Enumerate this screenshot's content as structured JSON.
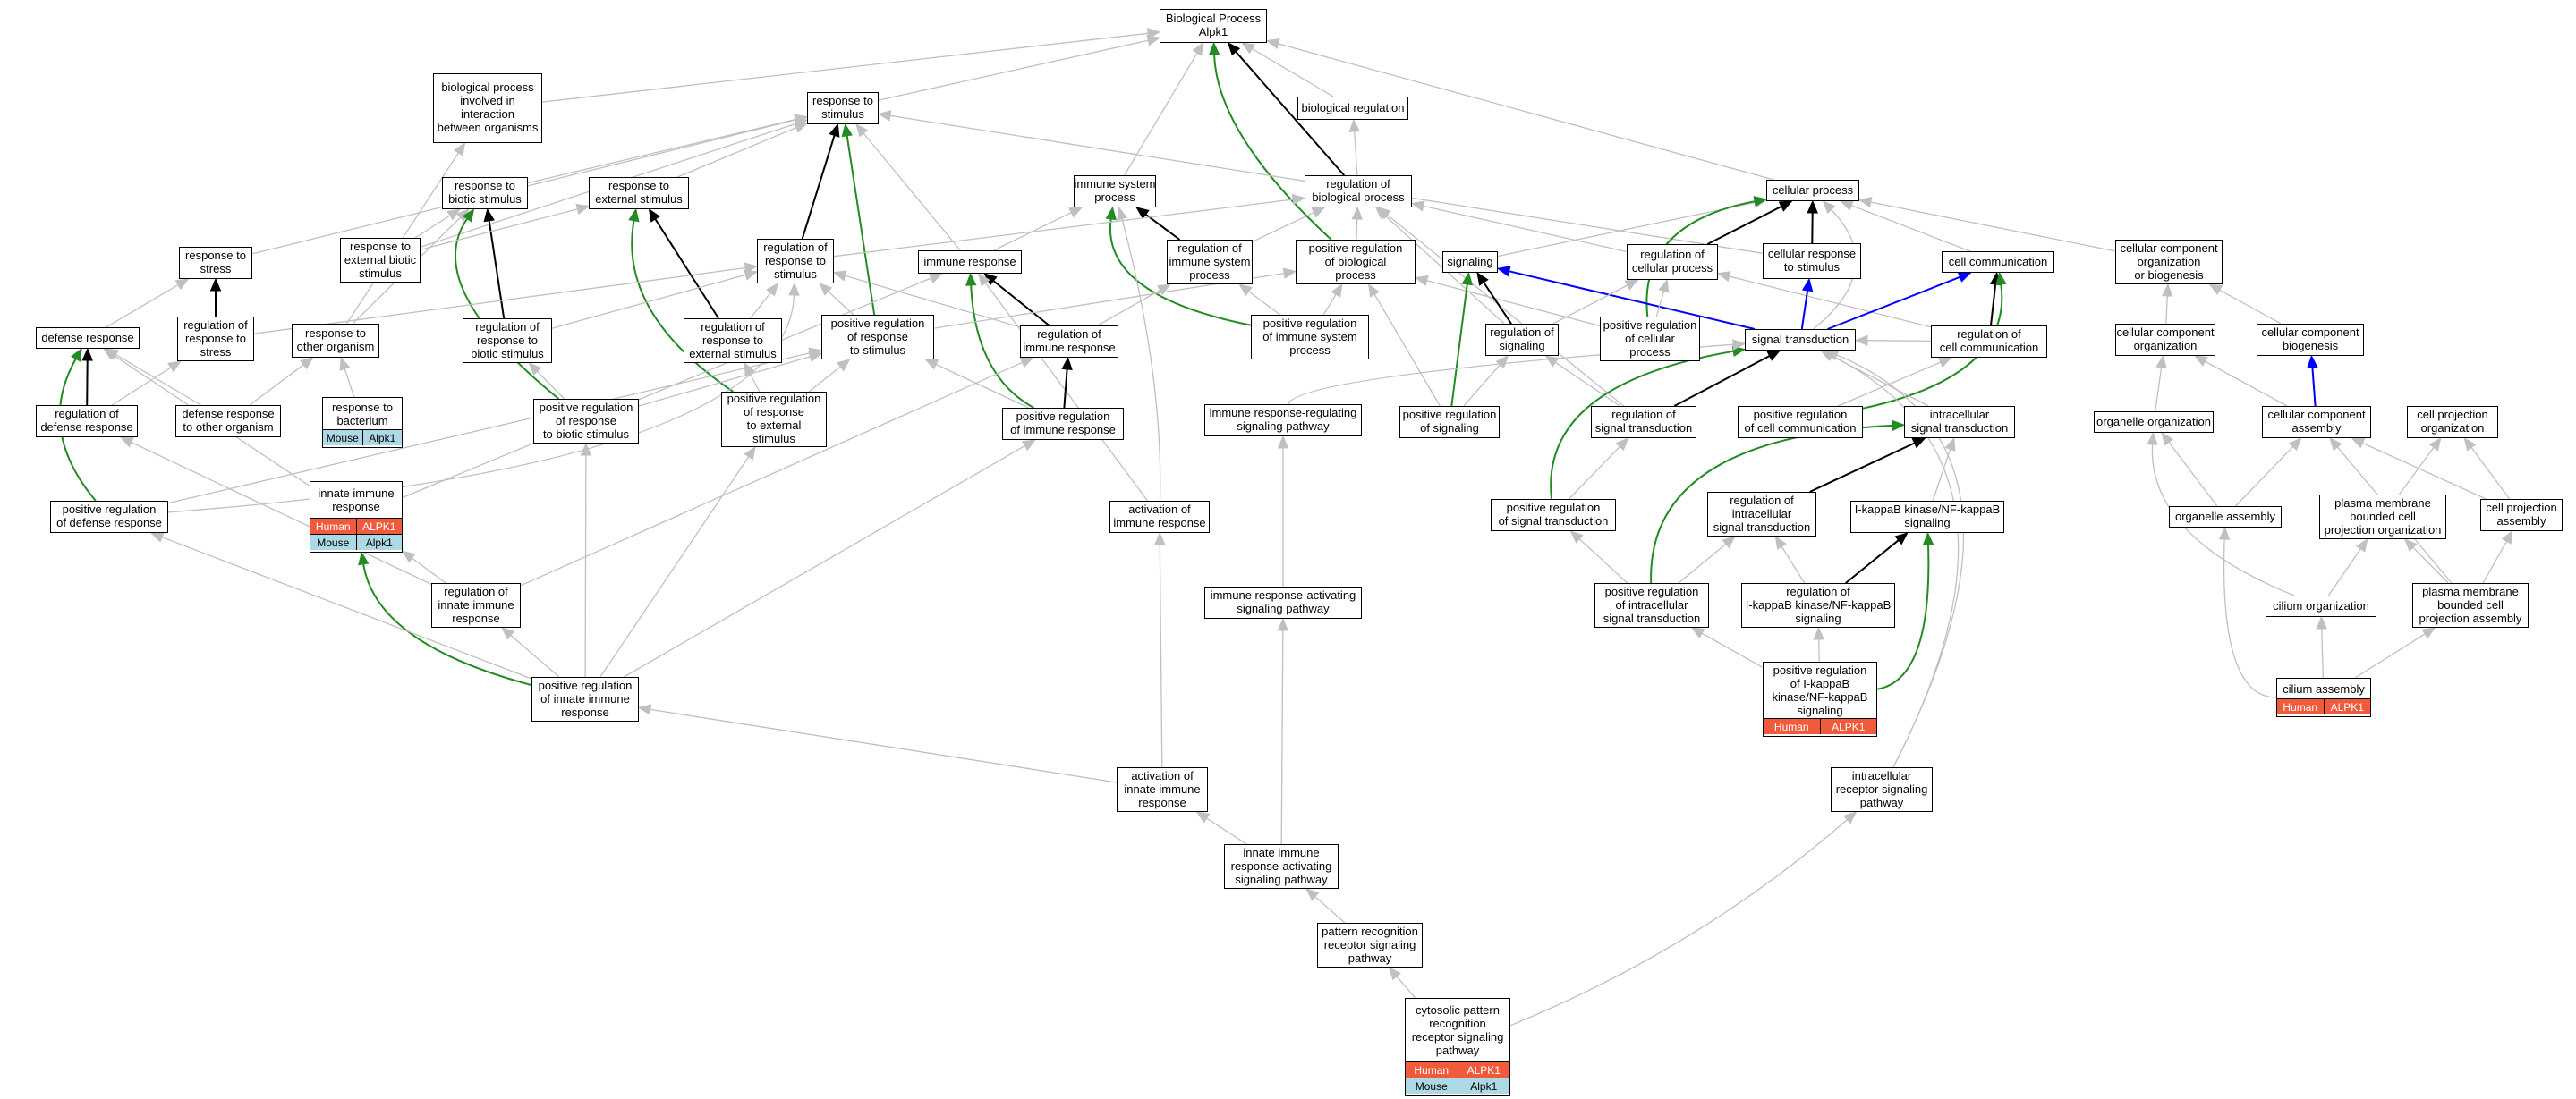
{
  "colors": {
    "edge_default": "#c0c0c0",
    "edge_bold": "#000000",
    "edge_positive": "#228b22",
    "edge_signal": "#0000ff",
    "species_human": "#f15a3a",
    "species_mouse": "#add8e6"
  },
  "nodes": [
    {
      "id": "bp",
      "label": "Biological Process\nAlpk1"
    },
    {
      "id": "bpi",
      "label": "biological process\ninvolved in\ninteraction\nbetween organisms"
    },
    {
      "id": "rts",
      "label": "response to\nstimulus"
    },
    {
      "id": "breg",
      "label": "biological regulation"
    },
    {
      "id": "isp",
      "label": "immune system\nprocess"
    },
    {
      "id": "rbp",
      "label": "regulation of\nbiological process"
    },
    {
      "id": "cp",
      "label": "cellular process"
    },
    {
      "id": "rbs",
      "label": "response to\nbiotic stimulus"
    },
    {
      "id": "res",
      "label": "response to\nexternal stimulus"
    },
    {
      "id": "rtstr",
      "label": "response to\nstress"
    },
    {
      "id": "rebs",
      "label": "response to\nexternal biotic\nstimulus"
    },
    {
      "id": "rrts",
      "label": "regulation of\nresponse to\nstimulus"
    },
    {
      "id": "ir",
      "label": "immune response"
    },
    {
      "id": "risp",
      "label": "regulation of\nimmune system\nprocess"
    },
    {
      "id": "prbp",
      "label": "positive regulation\nof biological\nprocess"
    },
    {
      "id": "sig",
      "label": "signaling"
    },
    {
      "id": "rcp",
      "label": "regulation of\ncellular process"
    },
    {
      "id": "crs",
      "label": "cellular response\nto stimulus"
    },
    {
      "id": "cc",
      "label": "cell communication"
    },
    {
      "id": "ccob",
      "label": "cellular component\norganization\nor biogenesis"
    },
    {
      "id": "dr",
      "label": "defense response"
    },
    {
      "id": "rrtstr",
      "label": "regulation of\nresponse to\nstress"
    },
    {
      "id": "rtoo",
      "label": "response to\nother organism"
    },
    {
      "id": "rrbs",
      "label": "regulation of\nresponse to\nbiotic stimulus"
    },
    {
      "id": "rres",
      "label": "regulation of\nresponse to\nexternal stimulus"
    },
    {
      "id": "prrts",
      "label": "positive regulation\nof response\nto stimulus"
    },
    {
      "id": "rir",
      "label": "regulation of\nimmune response"
    },
    {
      "id": "prisp",
      "label": "positive regulation\nof immune system\nprocess"
    },
    {
      "id": "rsig",
      "label": "regulation of\nsignaling"
    },
    {
      "id": "prcp",
      "label": "positive regulation\nof cellular\nprocess"
    },
    {
      "id": "st",
      "label": "signal transduction"
    },
    {
      "id": "rcc",
      "label": "regulation of\ncell communication"
    },
    {
      "id": "cco",
      "label": "cellular component\norganization"
    },
    {
      "id": "ccb",
      "label": "cellular component\nbiogenesis"
    },
    {
      "id": "rdr",
      "label": "regulation of\ndefense response"
    },
    {
      "id": "drtoo",
      "label": "defense response\nto other organism"
    },
    {
      "id": "rtb",
      "label": "response to\nbacterium",
      "species": [
        [
          "Mouse",
          "Alpk1"
        ]
      ]
    },
    {
      "id": "prrbs",
      "label": "positive regulation\nof response\nto biotic stimulus"
    },
    {
      "id": "prres",
      "label": "positive regulation\nof response\nto external\nstimulus"
    },
    {
      "id": "prir",
      "label": "positive regulation\nof immune response"
    },
    {
      "id": "irrsp",
      "label": "immune response-regulating\nsignaling pathway"
    },
    {
      "id": "prsig",
      "label": "positive regulation\nof signaling"
    },
    {
      "id": "rst",
      "label": "regulation of\nsignal transduction"
    },
    {
      "id": "prcc",
      "label": "positive regulation\nof cell communication"
    },
    {
      "id": "ist",
      "label": "intracellular\nsignal transduction"
    },
    {
      "id": "oo",
      "label": "organelle organization"
    },
    {
      "id": "cca",
      "label": "cellular component\nassembly"
    },
    {
      "id": "cpo",
      "label": "cell projection\norganization"
    },
    {
      "id": "iir",
      "label": "innate immune\nresponse",
      "species": [
        [
          "Human",
          "ALPK1"
        ],
        [
          "Mouse",
          "Alpk1"
        ]
      ]
    },
    {
      "id": "prdr",
      "label": "positive regulation\nof defense response"
    },
    {
      "id": "air",
      "label": "activation of\nimmune response"
    },
    {
      "id": "prst",
      "label": "positive regulation\nof signal transduction"
    },
    {
      "id": "rist",
      "label": "regulation of\nintracellular\nsignal transduction"
    },
    {
      "id": "ikb",
      "label": "I-kappaB kinase/NF-kappaB\nsignaling"
    },
    {
      "id": "oa",
      "label": "organelle assembly"
    },
    {
      "id": "pmbo",
      "label": "plasma membrane\nbounded cell\nprojection organization"
    },
    {
      "id": "cpa",
      "label": "cell projection\nassembly"
    },
    {
      "id": "riir",
      "label": "regulation of\ninnate immune\nresponse"
    },
    {
      "id": "irasp",
      "label": "immune response-activating\nsignaling pathway"
    },
    {
      "id": "prist",
      "label": "positive regulation\nof intracellular\nsignal transduction"
    },
    {
      "id": "rikb",
      "label": "regulation of\nI-kappaB kinase/NF-kappaB\nsignaling"
    },
    {
      "id": "co",
      "label": "cilium organization"
    },
    {
      "id": "pmba",
      "label": "plasma membrane\nbounded cell\nprojection assembly"
    },
    {
      "id": "prikb",
      "label": "positive regulation\nof I-kappaB\nkinase/NF-kappaB\nsignaling",
      "species": [
        [
          "Human",
          "ALPK1"
        ]
      ]
    },
    {
      "id": "ca",
      "label": "cilium assembly",
      "species": [
        [
          "Human",
          "ALPK1"
        ]
      ]
    },
    {
      "id": "priir",
      "label": "positive regulation\nof innate immune\nresponse"
    },
    {
      "id": "aiir",
      "label": "activation of\ninnate immune\nresponse"
    },
    {
      "id": "irsp",
      "label": "intracellular\nreceptor signaling\npathway"
    },
    {
      "id": "iirasp",
      "label": "innate immune\nresponse-activating\nsignaling pathway"
    },
    {
      "id": "prrsp",
      "label": "pattern recognition\nreceptor signaling\npathway"
    },
    {
      "id": "cprrsp",
      "label": "cytosolic pattern\nrecognition\nreceptor signaling\npathway",
      "species": [
        [
          "Human",
          "ALPK1"
        ],
        [
          "Mouse",
          "Alpk1"
        ]
      ]
    }
  ]
}
